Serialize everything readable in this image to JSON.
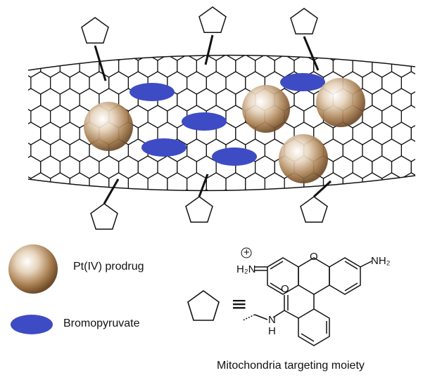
{
  "legend": {
    "sphere_label": "Pt(IV) prodrug",
    "ellipse_label": "Bromopyruvate",
    "moiety_caption": "Mitochondria targeting moiety",
    "equivalence_symbol": "≡"
  },
  "structure": {
    "ammonium_label": "H₂N",
    "charge_label": "+",
    "oxygen_label": "O",
    "amine_label": "NH₂",
    "carbonyl_o_label": "O",
    "amide_n_label": "N",
    "amide_h_label": "H"
  },
  "colors": {
    "sphere": "#a67c4e",
    "ellipse": "#3d4bc4",
    "line": "#111111"
  },
  "icons": [
    "pentagon-icon",
    "sphere-icon",
    "ellipse-icon"
  ]
}
